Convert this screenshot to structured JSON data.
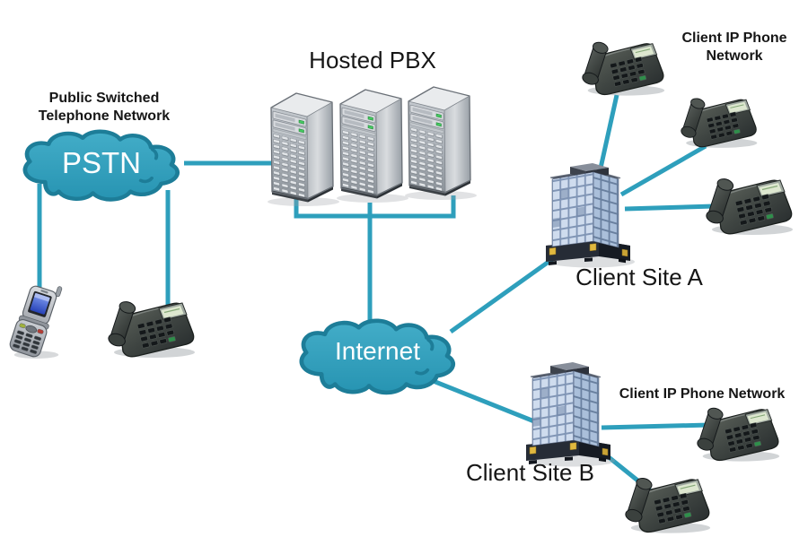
{
  "diagram": {
    "hosted_pbx": {
      "label": "Hosted PBX",
      "server_count": 3
    },
    "pstn": {
      "caption_line1": "Public Switched",
      "caption_line2": "Telephone Network",
      "cloud_label": "PSTN",
      "devices": [
        "cell-phone-icon",
        "desk-phone-icon"
      ]
    },
    "internet": {
      "cloud_label": "Internet"
    },
    "client_site_a": {
      "label": "Client Site A",
      "phone_network_line1": "Client IP Phone",
      "phone_network_line2": "Network",
      "desk_phone_count": 3
    },
    "client_site_b": {
      "label": "Client Site B",
      "phone_network_label": "Client IP Phone Network",
      "desk_phone_count": 2
    }
  },
  "colors": {
    "connector": "#2e9fbc",
    "cloud_fill": "#2fa0be",
    "cloud_border": "#1d7d98",
    "cloud_text": "#ffffff",
    "label_text": "#161616",
    "background": "#ffffff"
  },
  "icons": {
    "clouds": [
      "pstn-cloud",
      "internet-cloud"
    ],
    "servers": [
      "server-tower-icon"
    ],
    "buildings": [
      "client-site-a-building",
      "client-site-b-building"
    ],
    "phones": [
      "desk-phone-icon",
      "cell-phone-icon"
    ]
  }
}
